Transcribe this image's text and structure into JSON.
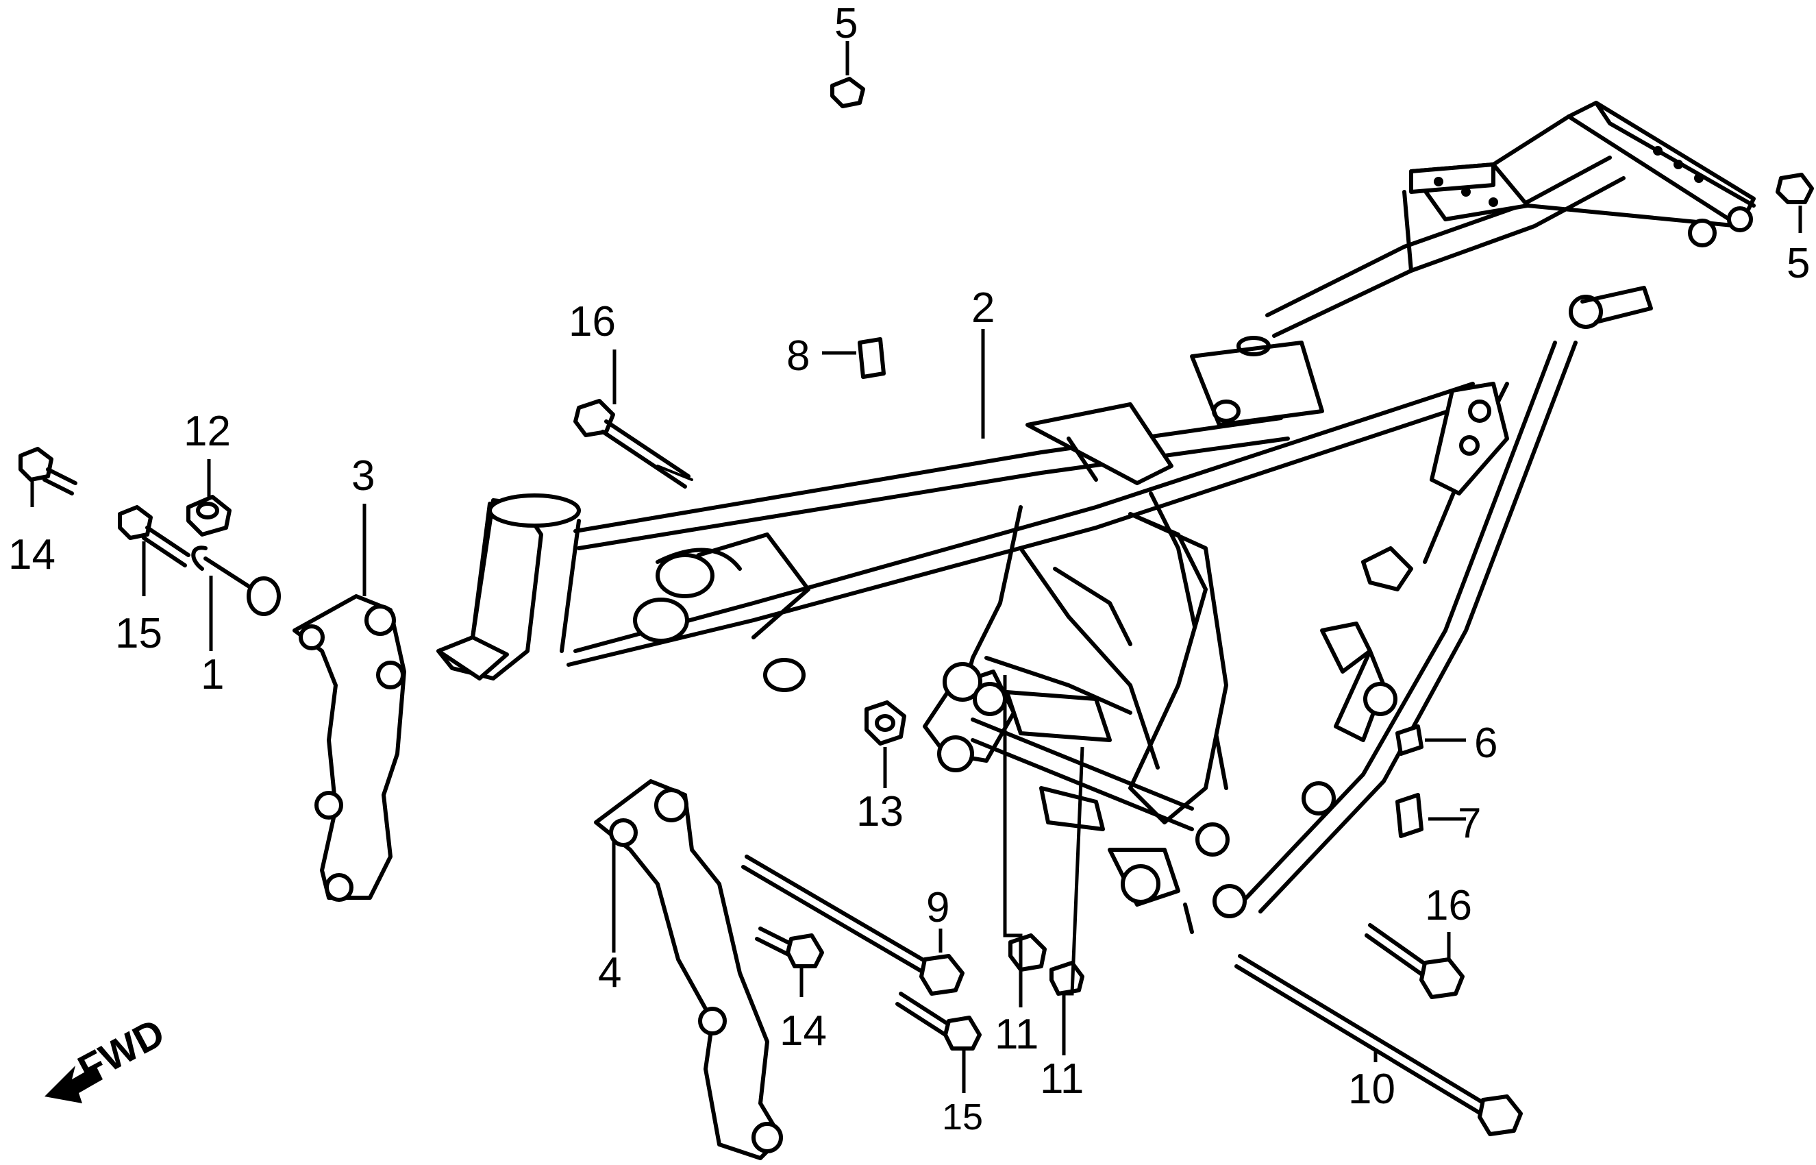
{
  "diagram": {
    "fwd_label": "FWD",
    "callouts": {
      "c1": "1",
      "c2": "2",
      "c3": "3",
      "c4": "4",
      "c5a": "5",
      "c5b": "5",
      "c6": "6",
      "c7": "7",
      "c8": "8",
      "c9": "9",
      "c10": "10",
      "c11a": "11",
      "c11b": "11",
      "c12": "12",
      "c13": "13",
      "c14a": "14",
      "c14b": "14",
      "c15a": "15",
      "c15b": "15",
      "c16a": "16",
      "c16b": "16"
    }
  }
}
